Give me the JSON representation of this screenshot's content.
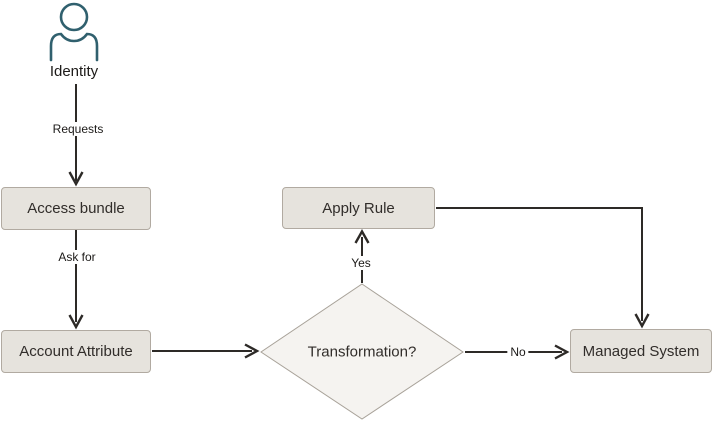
{
  "diagram": {
    "type": "flowchart",
    "nodes": {
      "identity": {
        "label": "Identity",
        "shape": "person-icon"
      },
      "access_bundle": {
        "label": "Access bundle",
        "shape": "rect"
      },
      "account_attribute": {
        "label": "Account Attribute",
        "shape": "rect"
      },
      "transformation": {
        "label": "Transformation?",
        "shape": "diamond"
      },
      "apply_rule": {
        "label": "Apply Rule",
        "shape": "rect"
      },
      "managed_system": {
        "label": "Managed System",
        "shape": "rect"
      }
    },
    "edges": [
      {
        "from": "identity",
        "to": "access_bundle",
        "label": "Requests"
      },
      {
        "from": "access_bundle",
        "to": "account_attribute",
        "label": "Ask for"
      },
      {
        "from": "account_attribute",
        "to": "transformation",
        "label": ""
      },
      {
        "from": "transformation",
        "to": "apply_rule",
        "label": "Yes"
      },
      {
        "from": "transformation",
        "to": "managed_system",
        "label": "No"
      },
      {
        "from": "apply_rule",
        "to": "managed_system",
        "label": ""
      }
    ],
    "colors": {
      "line": "#2d2a27",
      "node_fill": "#e6e3dd",
      "node_border": "#b1aaa1",
      "diamond_fill": "#f5f3f0",
      "diamond_border": "#a8a299",
      "icon_stroke": "#30606e",
      "text": "#312d2a"
    }
  }
}
